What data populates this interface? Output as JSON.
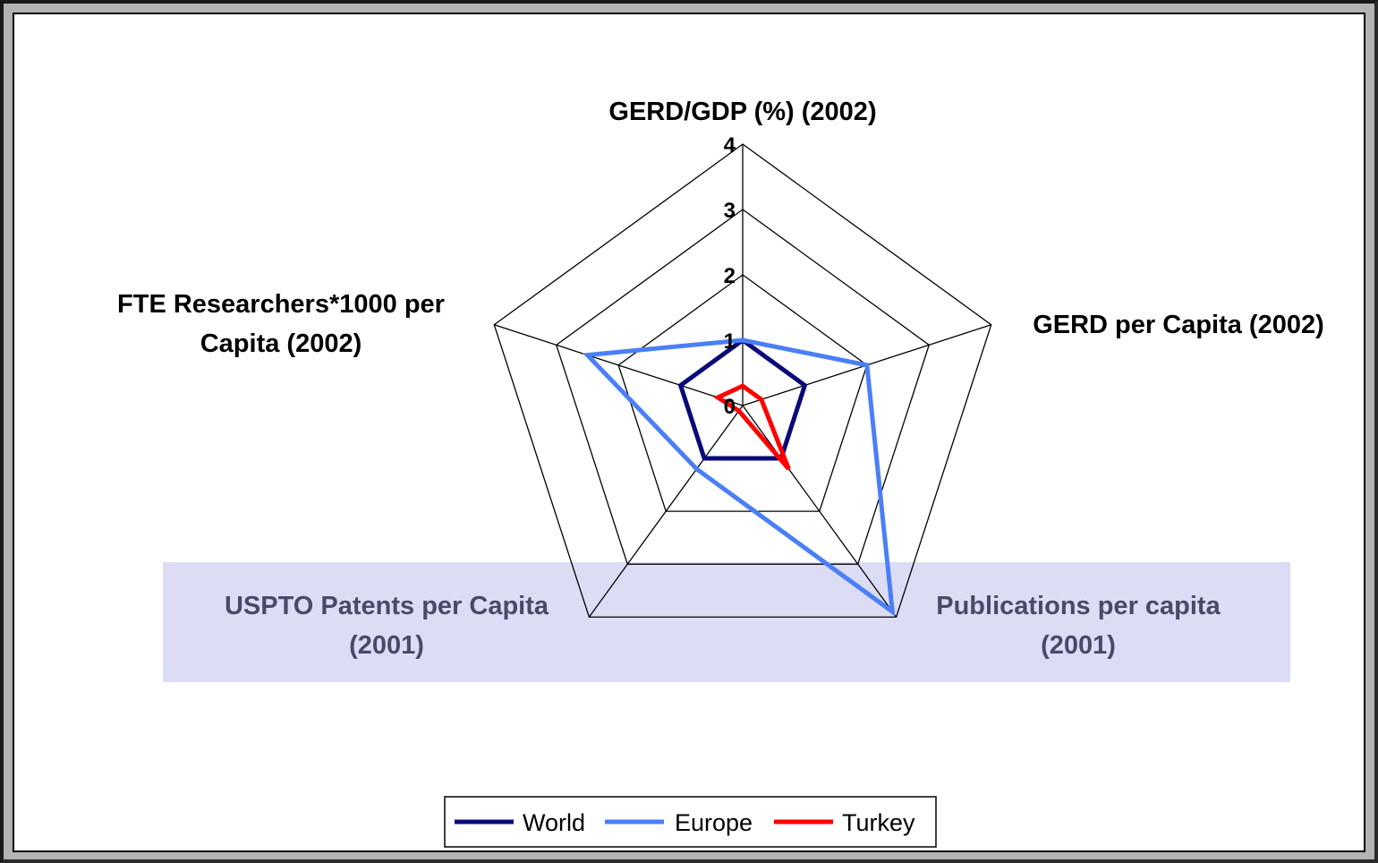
{
  "chart_data": {
    "type": "radar",
    "axes": [
      "GERD/GDP (%) (2002)",
      "GERD per Capita (2002)",
      "Publications per capita (2001)",
      "USPTO Patents per Capita (2001)",
      "FTE Researchers*1000 per Capita (2002)"
    ],
    "axis_label_lines": [
      [
        "GERD/GDP (%) (2002)"
      ],
      [
        "GERD per Capita (2002)"
      ],
      [
        "Publications per capita",
        "(2001)"
      ],
      [
        "USPTO Patents per Capita",
        "(2001)"
      ],
      [
        "FTE Researchers*1000 per",
        "Capita (2002)"
      ]
    ],
    "ticks": [
      "0",
      "1",
      "2",
      "3",
      "4"
    ],
    "rlim": [
      0,
      4
    ],
    "series": [
      {
        "name": "World",
        "color": "#0a0a78",
        "values": [
          1,
          1,
          1,
          1,
          1
        ]
      },
      {
        "name": "Europe",
        "color": "#4a7ff5",
        "values": [
          1,
          2,
          3.9,
          1.2,
          2.5
        ]
      },
      {
        "name": "Turkey",
        "color": "#ff0000",
        "values": [
          0.3,
          0.3,
          1.2,
          0.1,
          0.4
        ]
      }
    ],
    "highlight_color": "#dcdcf5",
    "grid": true,
    "legend_position": "bottom"
  }
}
